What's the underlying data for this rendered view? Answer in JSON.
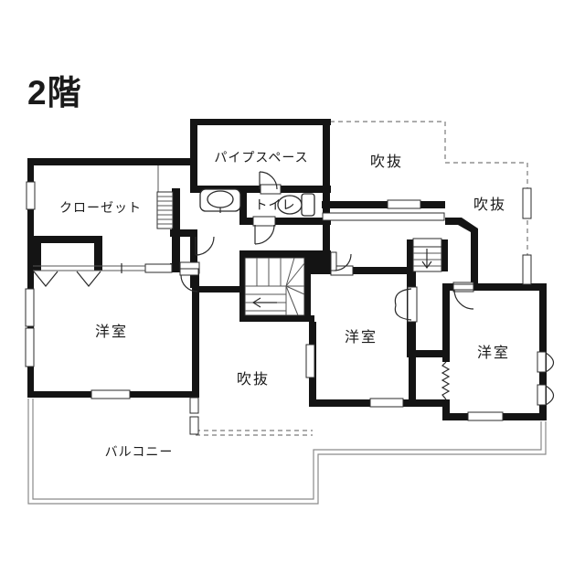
{
  "floor_plan": {
    "title": "2階",
    "rooms": {
      "pipe_space": "パイプスペース",
      "toilet": "トイレ",
      "closet": "クローゼット",
      "void_top": "吹抜",
      "void_right": "吹抜",
      "void_center": "吹抜",
      "room_left": "洋室",
      "room_middle": "洋室",
      "room_right": "洋室",
      "balcony": "バルコニー"
    },
    "colors": {
      "wall": "#141414",
      "background": "#ffffff",
      "dashed_void_border": "#7a7a7a",
      "balcony_border": "#8a8a8a"
    }
  }
}
